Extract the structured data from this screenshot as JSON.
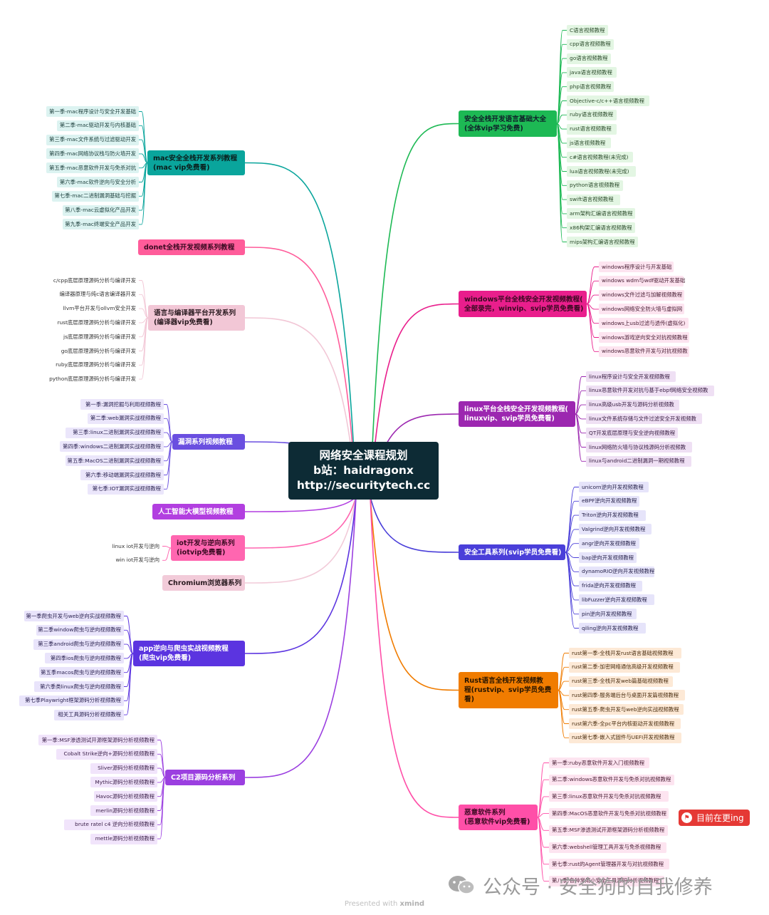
{
  "center": {
    "lines": [
      "网络安全课程规划",
      "b站：haidragonx",
      "http://securitytech.cc"
    ]
  },
  "branches": [
    {
      "id": "lang",
      "side": "right",
      "color": "#1db954",
      "leafBg": "#e3f6e3",
      "leafColor": "#2a4a2a",
      "textColor": "#10202a",
      "lines": [
        "安全全栈开发语言基础大全",
        "(全体vip学习免费)"
      ],
      "leaves": [
        "C语言视频教程",
        "cpp语言视频教程",
        "go语言视频教程",
        "java语言视频教程",
        "php语言视频教程",
        "Objective-c/c++语言视频教程",
        "ruby语言视频教程",
        "rust语言视频教程",
        "js语言视频教程",
        "c#语言视频教程(未完成)",
        "lua语言视频教程(未完成)",
        "python语言视频教程",
        "swift语言视频教程",
        "arm架构汇编语言视频教程",
        "x86构架汇编语言视频教程",
        "mips架构汇编语言视频教程"
      ]
    },
    {
      "id": "windows",
      "side": "right",
      "color": "#e91e8c",
      "leafBg": "#fde4f0",
      "leafColor": "#4a2036",
      "textColor": "#3a0a22",
      "lines": [
        "windows平台全栈安全开发视频教程(",
        "全部录完，winvip、svip学员免费看)"
      ],
      "leaves": [
        "windows程序设计与开发基础",
        "windows wdm与wdf驱动开发基础",
        "windows文件过滤与加解视频教程",
        "windows网络安全防火墙与虚拟网",
        "windows上usb过滤与透传(虚拟化)",
        "windows游戏逆向安全对抗视频教程",
        "windows恶意软件开发与对抗视频教"
      ]
    },
    {
      "id": "linux",
      "side": "right",
      "color": "#9c27b0",
      "leafBg": "#efe0f4",
      "leafColor": "#3a2044",
      "textColor": "#ffffff",
      "lines": [
        "linux平台全栈安全开发视频教程(",
        "linuxvip、svip学员免费看)"
      ],
      "leaves": [
        "linux程序设计与安全开发视频教程",
        "linux恶意软件开发对抗与基于ebpf网络安全视频教",
        "linux高级usb开发与源码分析视频教",
        "linux文件系统存储与文件过滤安全开发视频教",
        "QT开发底层原理与安全逆向视频教程",
        "linux网络防火墙与协议栈源码分析视频教",
        "linux与android二进制漏洞一期视频教程"
      ]
    },
    {
      "id": "tools",
      "side": "right",
      "color": "#4a3fd9",
      "leafBg": "#e6e4fa",
      "leafColor": "#26224a",
      "textColor": "#ffffff",
      "lines": [
        "安全工具系列(svip学员免费看)"
      ],
      "leaves": [
        "unicorn逆向开发视频教程",
        "eBPF逆向开发视频教程",
        "Triton逆向开发视频教程",
        "Valgrind逆向开发视频教程",
        "angr逆向开发视频教程",
        "bap逆向开发视频教程",
        "dynamoRIO逆向开发视频教程",
        "frida逆向开发视频教程",
        "libFuzzer逆向开发视频教程",
        "pin逆向开发视频教程",
        "qiling逆向开发视频教程"
      ]
    },
    {
      "id": "rust",
      "side": "right",
      "color": "#f07c00",
      "leafBg": "#fde9d6",
      "leafColor": "#4a2e10",
      "textColor": "#2a1600",
      "lines": [
        "Rust语言全栈开发视频教",
        "程(rustvip、svip学员免费",
        "看)"
      ],
      "leaves": [
        "rust第一季-全栈开发rust语言基础视频教程",
        "rust第二季-加密网络通信高级开发视频教程",
        "rust第三季-全栈开发web篇基础视频教程",
        "rust第四季-服务端后台与桌面开发篇视频教程",
        "rust第五季-爬虫开发与web逆向实战视频教程",
        "rust第六季-全pc平台内核驱动开发视频教程",
        "rust第七季-嵌入式固件与UEFI开发视频教程"
      ]
    },
    {
      "id": "malware",
      "side": "right",
      "color": "#ff4fa8",
      "leafBg": "#fde4f0",
      "leafColor": "#4a2036",
      "textColor": "#3a0a22",
      "lines": [
        "恶意软件系列",
        "(恶意软件vip免费看)"
      ],
      "leaves": [
        "第一季:ruby恶意软件开发入门视频教程",
        "第二季:windows恶意软件开发与免杀对抗视频教程",
        "第三季:linux恶意软件开发与免杀对抗视频教程",
        "第四季:MacOS恶意软件开发与免杀对抗视频教程",
        "第五季:MSF渗透测试开源框架源码分析视频教程",
        "第六季:webshell管理工具开发与免杀视频教程",
        "第七季:rust的Agent管理器开发与对抗视频教程",
        "第八季:各种常用小安全工具源码分析视频教程"
      ]
    },
    {
      "id": "mac",
      "side": "left",
      "color": "#0aa59c",
      "leafBg": "#dcf3f1",
      "leafColor": "#1c3e3b",
      "textColor": "#0a1f1d",
      "lines": [
        "mac安全全栈开发系列教程",
        "(mac vip免费看)"
      ],
      "leaves": [
        "第一季-mac程序设计与安全开发基础",
        "第二季-mac驱动开发与内核基础",
        "第三季-mac文件系统与过滤驱动开发",
        "第四季-mac网络协议栈与防火墙开发",
        "第五季-mac恶意软件开发与免杀对抗",
        "第六季-mac软件逆向与安全分析",
        "第七季-mac二进制漏洞基础与挖掘",
        "第八季-mac云虚拟化产品开发",
        "第九季-mac终端安全产品开发"
      ]
    },
    {
      "id": "donet",
      "side": "left",
      "color": "#ff5c9a",
      "leafBg": "#fde4f0",
      "leafColor": "#4a2036",
      "textColor": "#3a0a22",
      "lines": [
        "donet全栈开发视频系列教程"
      ],
      "leaves": []
    },
    {
      "id": "compiler",
      "side": "left",
      "color": "#f2c7d6",
      "leafBg": "#ffffff",
      "leafColor": "#333333",
      "textColor": "#2a1a20",
      "lines": [
        "语言与编译器平台开发系列",
        "(编译器vip免费看)"
      ],
      "leaves": [
        "c/cpp底层原理源码分析与编译开发",
        "编译器原理与纯c语言编译器开发",
        "llvm平台开发与ollvm安全开发",
        "rust底层原理源码分析与编译开发",
        "js底层原理源码分析与编译开发",
        "go底层原理源码分析与编译开发",
        "ruby底层原理源码分析与编译开发",
        "python底层原理源码分析与编译开发"
      ]
    },
    {
      "id": "vuln",
      "side": "left",
      "color": "#6a4fe0",
      "leafBg": "#ebe6fb",
      "leafColor": "#2a2250",
      "textColor": "#ffffff",
      "lines": [
        "漏洞系列视频教程"
      ],
      "leaves": [
        "第一季:漏洞挖掘与利用视频教程",
        "第二季:web漏洞实战视频教程",
        "第三季:linux二进制漏洞实战视频教程",
        "第四季:windows二进制漏洞实战视频教程",
        "第五季:MacOS二进制漏洞实战视频教程",
        "第六季:移动端漏洞实战视频教程",
        "第七季:IOT漏洞实战视频教程"
      ]
    },
    {
      "id": "ai",
      "side": "left",
      "color": "#b23fe0",
      "leafBg": "#f3e3fb",
      "leafColor": "#3a1f48",
      "textColor": "#ffffff",
      "lines": [
        "人工智能大模型视频教程"
      ],
      "leaves": []
    },
    {
      "id": "iot",
      "side": "left",
      "color": "#ff66b0",
      "leafBg": "#ffffff",
      "leafColor": "#333333",
      "textColor": "#3a0a22",
      "lines": [
        "iot开发与逆向系列",
        "(iotvip免费看)"
      ],
      "leaves": [
        "linux iot开发与逆向",
        "win iot开发与逆向"
      ]
    },
    {
      "id": "chromium",
      "side": "left",
      "color": "#f2cbd9",
      "leafBg": "#ffffff",
      "leafColor": "#333333",
      "textColor": "#2a1a20",
      "lines": [
        "Chromium浏览器系列"
      ],
      "leaves": []
    },
    {
      "id": "app",
      "side": "left",
      "color": "#5b34e0",
      "leafBg": "#e9e4fb",
      "leafColor": "#2a2250",
      "textColor": "#ffffff",
      "lines": [
        "app逆向与爬虫实战视频教程",
        "(爬虫vip免费看)"
      ],
      "leaves": [
        "第一季爬虫开发与web逆向实战视频教程",
        "第二季window爬虫与逆向视频教程",
        "第三季android爬虫与逆向视频教程",
        "第四季ios爬虫与逆向视频教程",
        "第五季macos爬虫与逆向视频教程",
        "第六季类linux爬虫与逆向视频教程",
        "第七季Playwright框架源码分析视频教程",
        "相关工具源码分析视频教程"
      ]
    },
    {
      "id": "c2",
      "side": "left",
      "color": "#9b3fe0",
      "leafBg": "#f1e4fb",
      "leafColor": "#3a1f48",
      "textColor": "#ffffff",
      "lines": [
        "C2项目源码分析系列"
      ],
      "leaves": [
        "第一季:MSF渗透测试开源框架源码分析视频教程",
        "Cobalt Strike逆向+源码分析视频教程",
        "Sliver源码分析视频教程",
        "Mythic源码分析视频教程",
        "Havoc源码分析视频教程",
        "merlin源码分析视频教程",
        "brute ratel c4 逆向分析视频教程",
        "mettle源码分析视频教程"
      ]
    }
  ],
  "badge": {
    "icon": "flag-icon",
    "text": "目前在更ing"
  },
  "watermark": {
    "icon": "wechat-icon",
    "text": "公众号 · 安全狗的自我修养"
  },
  "footer": {
    "prefix": "Presented with",
    "brand": "xmind"
  }
}
